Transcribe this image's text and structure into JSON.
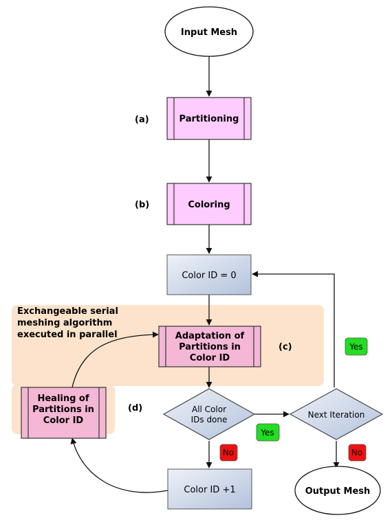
{
  "nodes": {
    "input_mesh": "Input Mesh",
    "partitioning": "Partitioning",
    "coloring": "Coloring",
    "color_id_zero": "Color ID = 0",
    "adaptation": [
      "Adaptation of",
      "Partitions in",
      "Color ID"
    ],
    "healing": [
      "Healing of",
      "Partitions in",
      "Color ID"
    ],
    "all_done": [
      "All Color",
      "IDs done"
    ],
    "next_iteration": "Next Iteration",
    "color_id_inc": "Color ID +1",
    "output_mesh": "Output Mesh"
  },
  "step_labels": {
    "a": "(a)",
    "b": "(b)",
    "c": "(c)",
    "d": "(d)"
  },
  "region_label": [
    "Exchangeable serial",
    "meshing algorithm",
    "executed in parallel"
  ],
  "badges": {
    "yes_left": "Yes",
    "yes_right": "Yes",
    "no_left": "No",
    "no_right": "No"
  },
  "colors": {
    "process_fill": "#ffccff",
    "adapt_fill": "#f5b7d6",
    "box_fill_light": "#eef2f8",
    "box_fill_dark": "#b7c6de",
    "region_fill": "#fde3cb",
    "yes_fill": "#22dd22",
    "no_fill": "#ee1111"
  }
}
